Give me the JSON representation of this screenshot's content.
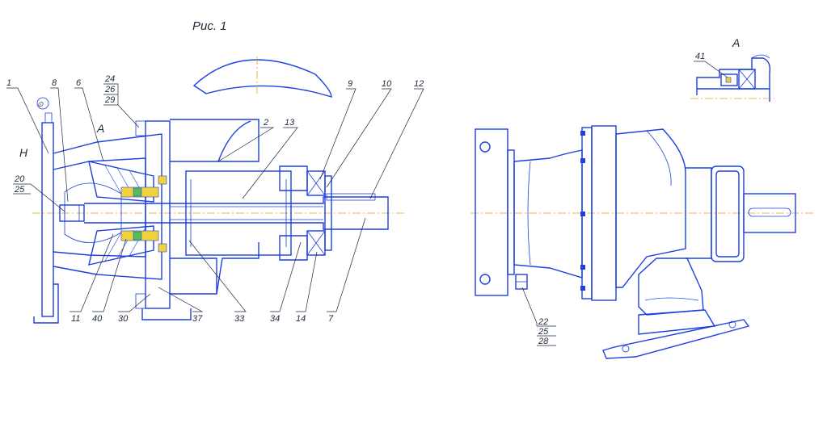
{
  "figure_title": "Рис. 1",
  "view_a_label": "А",
  "section_marker": "А",
  "side_marker": "Н",
  "symbol_circle": "⊙",
  "callouts": {
    "c1": "1",
    "c8": "8",
    "c6": "6",
    "c24": "24",
    "c26": "26",
    "c29": "29",
    "c2": "2",
    "c13": "13",
    "c9": "9",
    "c10": "10",
    "c12": "12",
    "c20": "20",
    "c25": "25",
    "c11": "11",
    "c40": "40",
    "c30": "30",
    "c37": "37",
    "c33": "33",
    "c34": "34",
    "c14": "14",
    "c7": "7",
    "c41": "41",
    "c22": "22",
    "c25b": "25",
    "c28": "28"
  },
  "colors": {
    "line": "#1c3fe0",
    "axis": "#e3a21a",
    "text": "#1e2a3a",
    "seal_yellow": "#f2d23a",
    "seal_green": "#4fbf5a"
  }
}
